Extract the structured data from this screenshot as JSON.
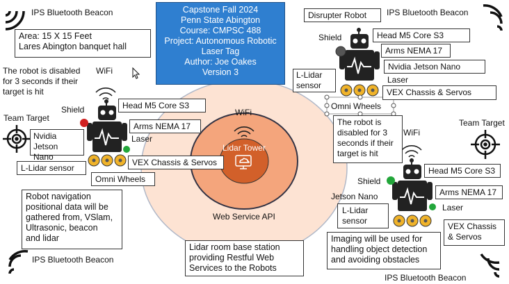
{
  "colors": {
    "title_bg": "#2f7fd0",
    "ring_outer": "#fde3d3",
    "ring_mid": "#f4a57c",
    "ring_inner": "#d2602a",
    "robot": "#222222",
    "wheel": "#f0b32a",
    "led_red": "#d01f1f",
    "led_green": "#22a63a"
  },
  "title_lines": [
    "Capstone Fall 2024",
    "Penn State Abington",
    "Course: CMPSC 488",
    "Project: Autonomous Robotic",
    "Laser Tag",
    "Author: Joe Oakes",
    "Version 3"
  ],
  "area": [
    "Area: 15 X 15 Feet",
    "Lares Abington banquet hall"
  ],
  "beacon_label": "IPS Bluetooth Beacon",
  "wifi_label": "WiFi",
  "team_target": "Team Target",
  "disabled_note_left": [
    "The robot is disabled",
    "for 3 seconds if their",
    "target is hit"
  ],
  "disabled_note_right": [
    "The robot is",
    "disabled for 3",
    "seconds if their",
    "target is hit"
  ],
  "navigation_note": [
    "Robot navigation",
    "positional data will be",
    "gathered from, VSlam,",
    "Ultrasonic, beacon",
    "and lidar"
  ],
  "base_station_note": [
    "Lidar room base station",
    "providing Restful Web",
    "Services to the Robots"
  ],
  "imaging_note": [
    "Imaging will be used for",
    "handling object detection",
    "and avoiding obstacles"
  ],
  "disrupter_robot": "Disrupter Robot",
  "parts": {
    "shield": "Shield",
    "head": "Head M5 Core S3",
    "arms": "Arms NEMA 17",
    "nvidia_wrapped": [
      "Nvidia Jetson",
      "Nano"
    ],
    "nvidia": "Nvidia Jetson Nano",
    "jetson_nano": "Jetson Nano",
    "laser": "Laser",
    "lidar": "L-Lidar sensor",
    "lidar_wrapped": [
      "L-Lidar",
      "sensor"
    ],
    "chassis": "VEX Chassis & Servos",
    "chassis_wrapped": [
      "VEX Chassis",
      "& Servos"
    ],
    "omni": "Omni Wheels"
  },
  "center": {
    "lidar_tower": "Lidar Tower",
    "api": "Web Service API"
  }
}
